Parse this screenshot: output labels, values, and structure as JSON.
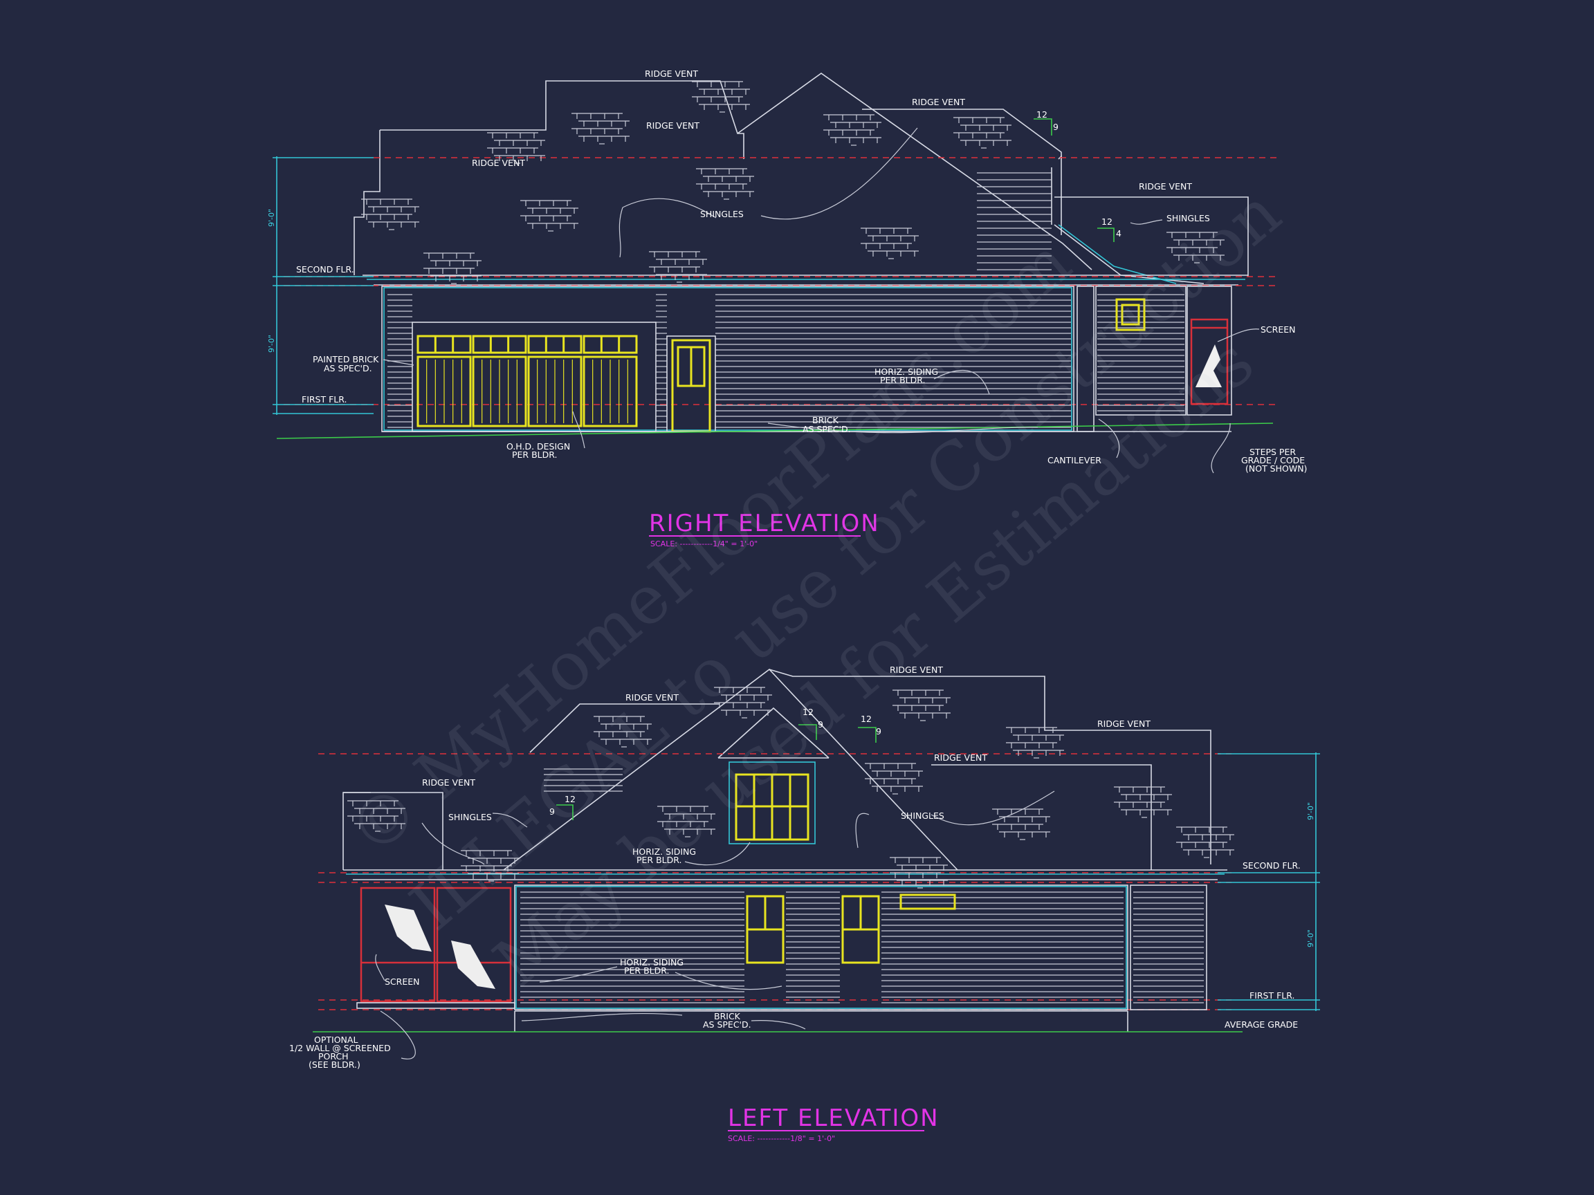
{
  "right_elevation": {
    "title": "RIGHT ELEVATION",
    "scale": "SCALE: ------------1/4\" = 1'-0\"",
    "labels": {
      "ridge_vent": "RIDGE VENT",
      "shingles": "SHINGLES",
      "second_flr": "SECOND FLR.",
      "first_flr": "FIRST FLR.",
      "painted_brick_1": "PAINTED BRICK",
      "painted_brick_2": "AS SPEC'D.",
      "horiz_siding_1": "HORIZ. SIDING",
      "horiz_siding_2": "PER BLDR.",
      "brick_1": "BRICK",
      "brick_2": "AS SPEC'D.",
      "ohd_1": "O.H.D. DESIGN",
      "ohd_2": "PER BLDR.",
      "cantilever": "CANTILEVER",
      "screen": "SCREEN",
      "steps_1": "STEPS PER",
      "steps_2": "GRADE / CODE",
      "steps_3": "(NOT SHOWN)",
      "dim": "9'-0\"",
      "pitch_12": "12",
      "pitch_9": "9",
      "pitch_4": "4"
    }
  },
  "left_elevation": {
    "title": "LEFT ELEVATION",
    "scale": "SCALE: ------------1/8\" = 1'-0\"",
    "labels": {
      "ridge_vent": "RIDGE VENT",
      "shingles": "SHINGLES",
      "horiz_siding_1": "HORIZ. SIDING",
      "horiz_siding_2": "PER BLDR.",
      "second_flr": "SECOND FLR.",
      "first_flr": "FIRST FLR.",
      "average_grade": "AVERAGE GRADE",
      "screen": "SCREEN",
      "brick_1": "BRICK",
      "brick_2": "AS SPEC'D.",
      "porch_1": "OPTIONAL",
      "porch_2": "1/2 WALL @ SCREENED",
      "porch_3": "PORCH",
      "porch_4": "(SEE BLDR.)",
      "dim": "9'-0\"",
      "pitch_12": "12",
      "pitch_9": "9"
    }
  },
  "watermark": {
    "line1": "© MyHomeFloorPlans.com",
    "line2": "ILLEGAL to use for Construction",
    "line3": "May be used for Estimations"
  },
  "colors": {
    "background": "#232840",
    "linework": "#d8dbe6",
    "cyan": "#33c6d6",
    "red": "#e0303a",
    "yellow": "#e8e420",
    "green": "#3ccc4a",
    "magenta": "#e234e6"
  }
}
